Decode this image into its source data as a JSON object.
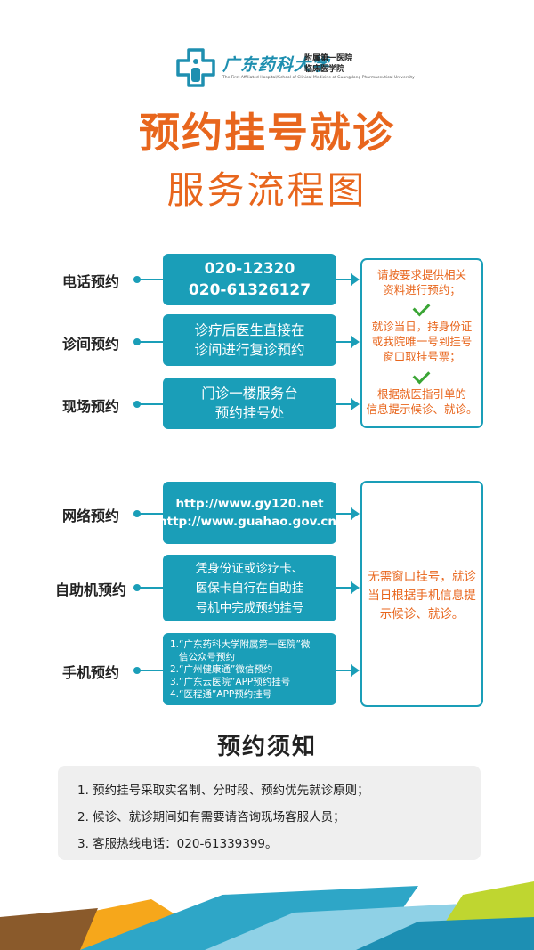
{
  "header": {
    "hospital_name": "广东药科大学",
    "hospital_sub": [
      "附属第一医院",
      "临床医学院"
    ],
    "hospital_en": "The First Affiliated Hospital/School of Clinical Medicine of Guangdong Pharmaceutical University",
    "title_line1": "预约挂号就诊",
    "title_line2": "服务流程图"
  },
  "offline": {
    "rows": [
      {
        "label": "电话预约",
        "lines": [
          "020-12320",
          "020-61326127"
        ]
      },
      {
        "label": "诊间预约",
        "lines": [
          "诊疗后医生直接在",
          "诊间进行复诊预约"
        ]
      },
      {
        "label": "现场预约",
        "lines": [
          "门诊一楼服务台",
          "预约挂号处"
        ]
      }
    ],
    "steps": [
      [
        "请按要求提供相关",
        "资料进行预约；"
      ],
      [
        "就诊当日，持身份证",
        "或我院唯一号到挂号",
        "窗口取挂号票；"
      ],
      [
        "根据就医指引单的",
        "信息提示候诊、就诊。"
      ]
    ]
  },
  "online": {
    "rows": [
      {
        "label": "网络预约",
        "lines": [
          "http://www.gy120.net",
          "http://www.guahao.gov.cn/"
        ]
      },
      {
        "label": "自助机预约",
        "lines": [
          "凭身份证或诊疗卡、",
          "医保卡自行在自助挂",
          "号机中完成预约挂号"
        ]
      },
      {
        "label": "手机预约",
        "lines": [
          "1.“广东药科大学附属第一医院”微",
          "信公众号预约",
          "2.“广州健康通”微信预约",
          "3.“广东云医院”APP预约挂号",
          "4.“医程通”APP预约挂号"
        ]
      }
    ],
    "result": [
      "无需窗口挂号，就诊",
      "当日根据手机信息提",
      "示候诊、就诊。"
    ]
  },
  "notice": {
    "title": "预约须知",
    "items": [
      "1. 预约挂号采取实名制、分时段、预约优先就诊原则；",
      "2. 候诊、就诊期间如有需要请咨询现场客服人员；",
      "3. 客服热线电话：020-61339399。"
    ]
  },
  "colors": {
    "accent": "#1a9eb8",
    "title": "#e8661d",
    "check": "#3aa535"
  }
}
